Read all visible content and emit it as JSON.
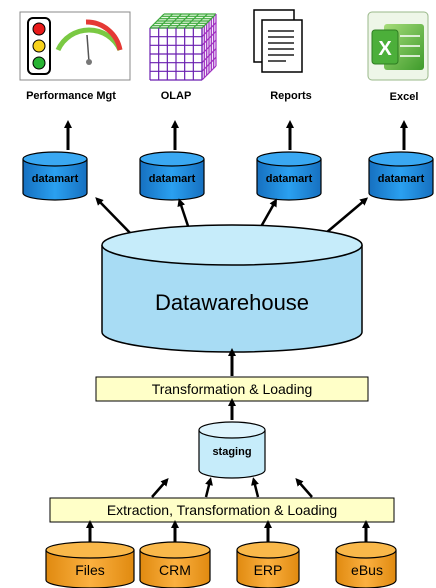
{
  "tools": [
    {
      "label": "Performance Mgt",
      "icon": "traffic-light-gauge-icon"
    },
    {
      "label": "OLAP",
      "icon": "olap-cube-icon"
    },
    {
      "label": "Reports",
      "icon": "report-documents-icon"
    },
    {
      "label": "Excel",
      "icon": "excel-icon"
    }
  ],
  "datamarts": [
    "datamart",
    "datamart",
    "datamart",
    "datamart"
  ],
  "warehouse": {
    "label": "Datawarehouse"
  },
  "transform_bar": {
    "label": "Transformation & Loading"
  },
  "staging": {
    "label": "staging"
  },
  "etl_bar": {
    "label": "Extraction, Transformation & Loading"
  },
  "sources": [
    "Files",
    "CRM",
    "ERP",
    "eBus"
  ],
  "colors": {
    "blue_fill": "#1f8fe0",
    "blue_light": "#a8dcf4",
    "light_cyl": "#c6ecfa",
    "bar_fill": "#ffffc8",
    "orange": "#f5a623"
  }
}
